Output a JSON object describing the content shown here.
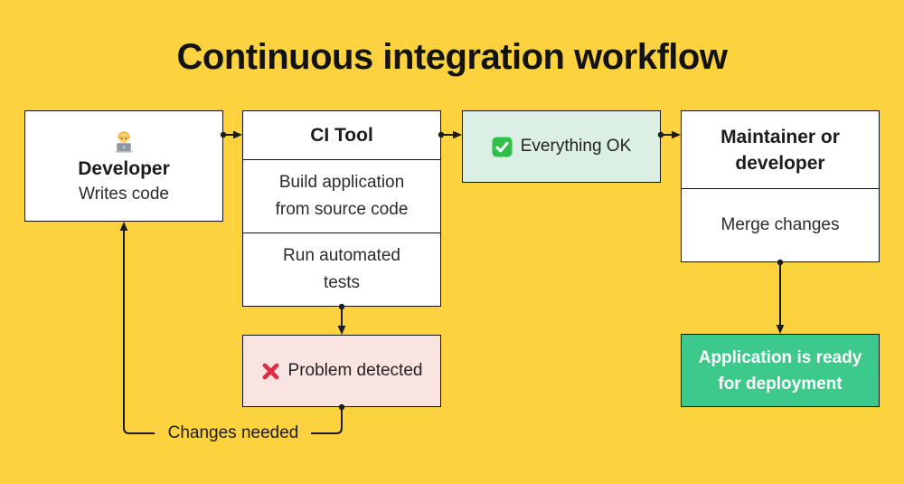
{
  "title": "Continuous integration workflow",
  "colors": {
    "background": "#FCD23F",
    "node_bg": "#FFFFFF",
    "ok_bg": "#DCEFE5",
    "problem_bg": "#FAE4E2",
    "deploy_bg": "#3DC98B",
    "deploy_text": "#FFFFFF",
    "outline": "#121212",
    "connector": "#1B1B1B",
    "check_icon_green": "#2FBF4A",
    "cross_icon_red": "#DD2E44"
  },
  "nodes": {
    "developer": {
      "icon": "technologist-emoji-icon",
      "title": "Developer",
      "subtitle": "Writes code"
    },
    "ci_tool": {
      "title": "CI Tool",
      "steps": [
        "Build application from source code",
        "Run automated tests"
      ]
    },
    "everything_ok": {
      "icon": "check-mark-button-icon",
      "label": "Everything OK"
    },
    "maintainer": {
      "title": "Maintainer or developer",
      "subtitle": "Merge changes"
    },
    "problem_detected": {
      "icon": "cross-mark-icon",
      "label": "Problem detected"
    },
    "deployment": {
      "label": "Application is ready for deployment"
    }
  },
  "connectors": {
    "changes_needed_label": "Changes needed"
  }
}
